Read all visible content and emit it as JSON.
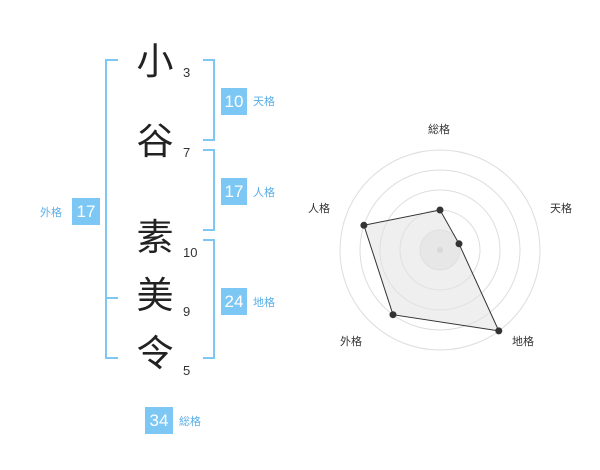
{
  "name": {
    "characters": [
      {
        "char": "小",
        "strokes": "3"
      },
      {
        "char": "谷",
        "strokes": "7"
      },
      {
        "char": "素",
        "strokes": "10"
      },
      {
        "char": "美",
        "strokes": "9"
      },
      {
        "char": "令",
        "strokes": "5"
      }
    ]
  },
  "fortunes": {
    "tenkaku": {
      "value": "10",
      "label": "天格"
    },
    "jinkaku": {
      "value": "17",
      "label": "人格"
    },
    "chikaku": {
      "value": "24",
      "label": "地格"
    },
    "gaikaku": {
      "value": "17",
      "label": "外格"
    },
    "soukaku": {
      "value": "34",
      "label": "総格"
    }
  },
  "colors": {
    "accent": "#7dc7f4",
    "bracket": "#7dc7f4",
    "radar_fill": "#f0f0f0",
    "radar_line": "#333333",
    "grid": "#dddddd"
  },
  "chart_data": {
    "type": "radar",
    "axes": [
      "総格",
      "天格",
      "地格",
      "外格",
      "人格"
    ],
    "values": [
      2,
      1,
      5,
      4,
      4
    ],
    "rmax": 5
  }
}
